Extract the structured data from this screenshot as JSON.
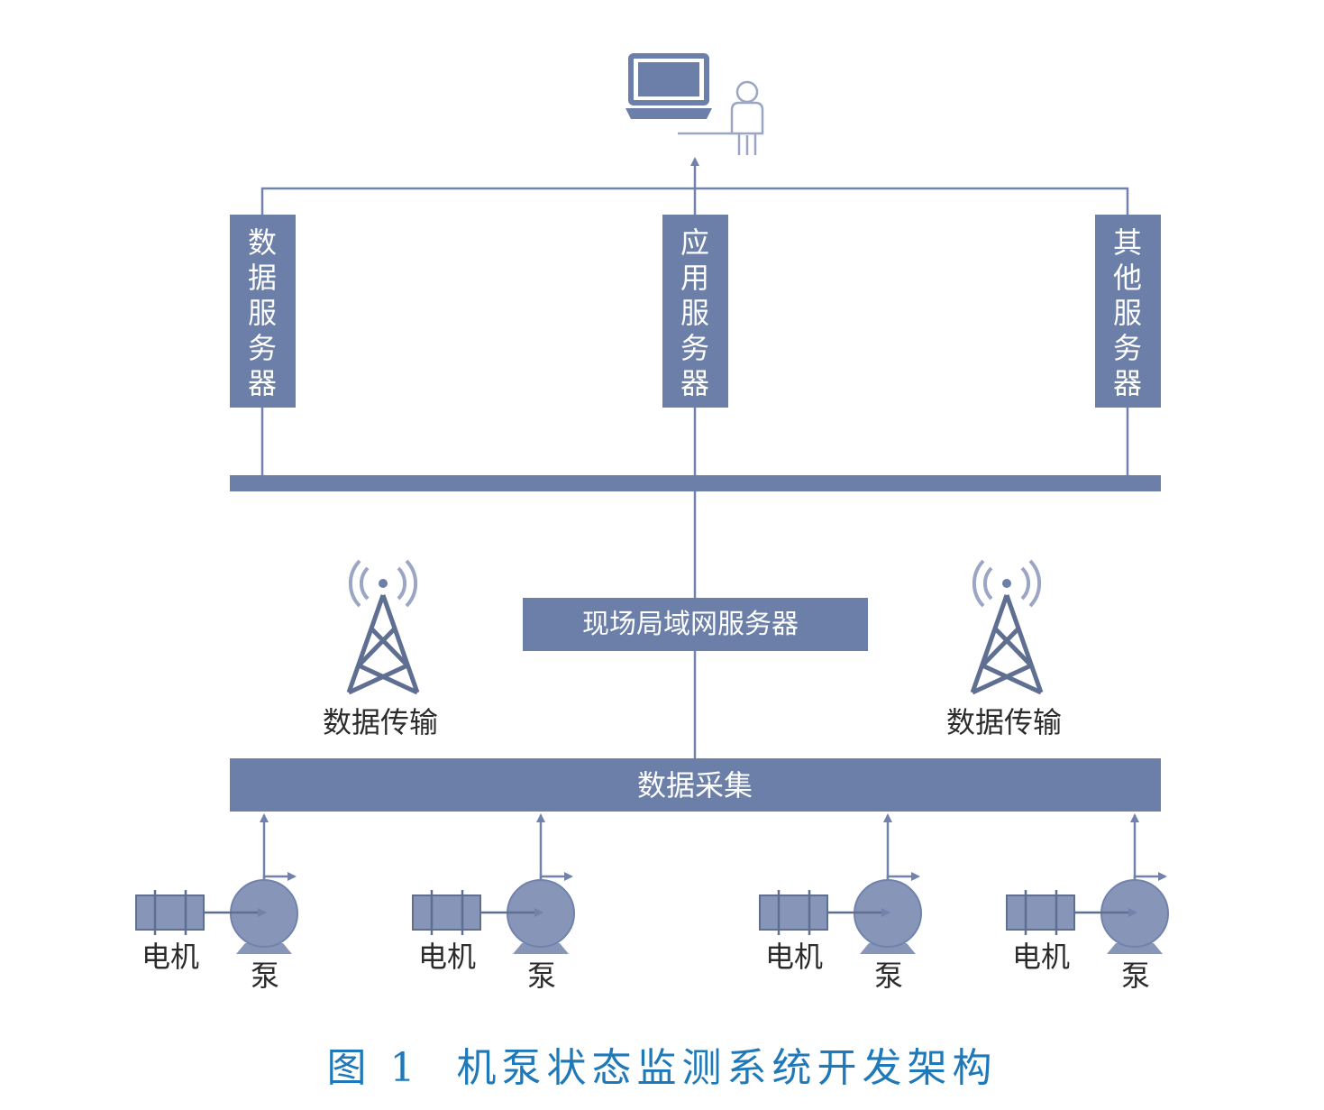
{
  "colors": {
    "box": "#6c7fa8",
    "line": "#7183ab",
    "pump": "#8695b8",
    "caption": "#1f79b8"
  },
  "servers": {
    "data": [
      "数",
      "据",
      "服",
      "务",
      "器"
    ],
    "app": [
      "应",
      "用",
      "服",
      "务",
      "器"
    ],
    "other": [
      "其",
      "他",
      "服",
      "务",
      "器"
    ]
  },
  "lan_server": "现场局域网服务器",
  "data_collection": "数据采集",
  "transmission": [
    "数据传输",
    "数据传输"
  ],
  "units": [
    {
      "motor": "电机",
      "pump": "泵"
    },
    {
      "motor": "电机",
      "pump": "泵"
    },
    {
      "motor": "电机",
      "pump": "泵"
    },
    {
      "motor": "电机",
      "pump": "泵"
    }
  ],
  "caption": {
    "figure": "图 1",
    "title": "机泵状态监测系统开发架构"
  },
  "icons": [
    "laptop-icon",
    "user-icon",
    "antenna-tower-icon",
    "motor-icon",
    "pump-icon"
  ]
}
